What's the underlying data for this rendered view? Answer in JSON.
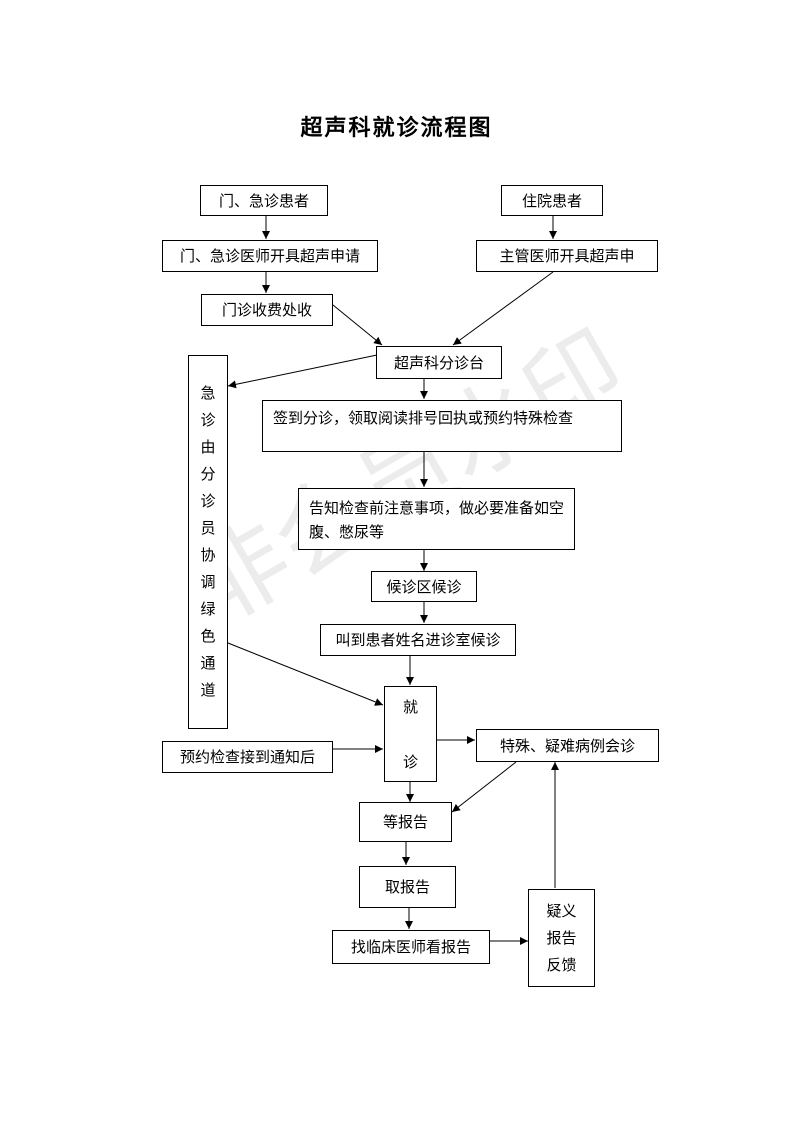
{
  "title": "超声科就诊流程图",
  "watermark": "非会员水印",
  "nodes": {
    "outpatient": "门、急诊患者",
    "inpatient": "住院患者",
    "outpatient_request": "门、急诊医师开具超声申请",
    "inpatient_request": "主管医师开具超声申",
    "billing": "门诊收费处收",
    "triage_desk": "超声科分诊台",
    "sign_in": "签到分诊，领取阅读排号回执或预约特殊检查",
    "notice": "告知检查前注意事项，做必要准备如空腹、憋尿等",
    "waiting_area": "候诊区候诊",
    "call_name": "叫到患者姓名进诊室候诊",
    "visit_1": "就",
    "visit_2": "诊",
    "appointment": "预约检查接到通知后",
    "consultation": "特殊、疑难病例会诊",
    "wait_report": "等报告",
    "get_report": "取报告",
    "see_doctor": "找临床医师看报告",
    "feedback_1": "疑义",
    "feedback_2": "报告",
    "feedback_3": "反馈",
    "green_channel": [
      "急",
      "诊",
      "由",
      "分",
      "诊",
      "员",
      "协",
      "调",
      "绿",
      "色",
      "通",
      "道"
    ]
  }
}
